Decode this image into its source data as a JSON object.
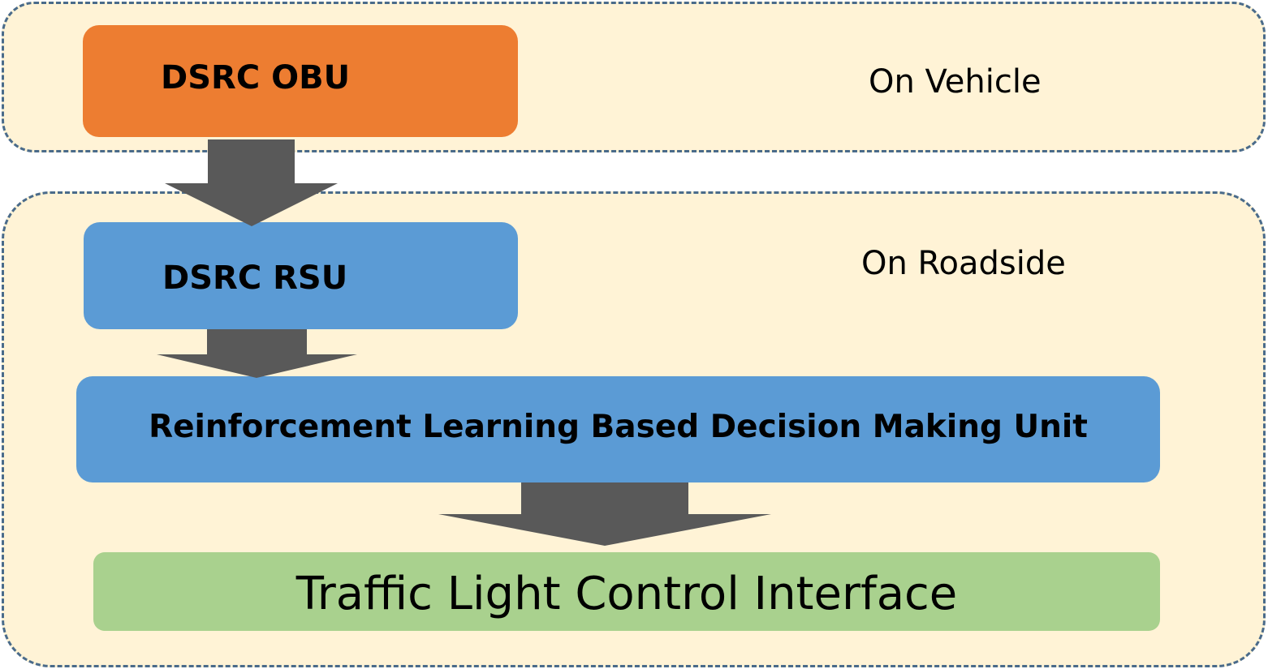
{
  "regions": {
    "vehicle": {
      "label": "On Vehicle"
    },
    "roadside": {
      "label": "On Roadside"
    }
  },
  "nodes": {
    "obu": {
      "label": "DSRC OBU"
    },
    "rsu": {
      "label": "DSRC RSU"
    },
    "rl_unit": {
      "label": "Reinforcement Learning Based Decision Making Unit"
    },
    "tlc_interface": {
      "label": "Traffic Light Control Interface"
    }
  },
  "edges": [
    {
      "from": "obu",
      "to": "rsu"
    },
    {
      "from": "rsu",
      "to": "rl_unit"
    },
    {
      "from": "rl_unit",
      "to": "tlc_interface"
    }
  ],
  "colors": {
    "region_fill": "#fff3d6",
    "region_border": "#4a6b8a",
    "obu_fill": "#ed7d31",
    "rsu_fill": "#5b9bd5",
    "rl_fill": "#5b9bd5",
    "tlc_fill": "#a9d18e",
    "arrow_fill": "#595959"
  }
}
